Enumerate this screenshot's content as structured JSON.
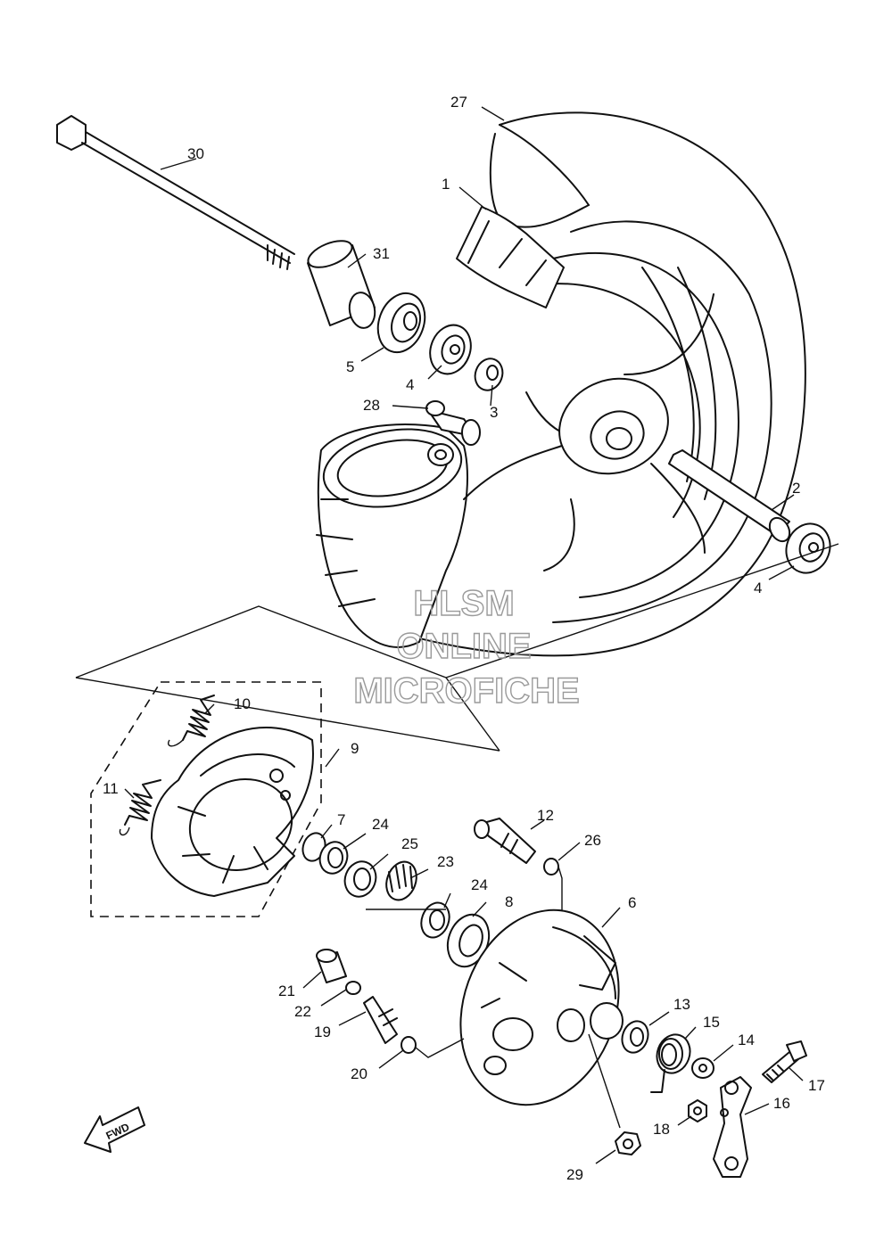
{
  "diagram": {
    "callouts": [
      "1",
      "2",
      "3",
      "4",
      "4",
      "5",
      "6",
      "7",
      "8",
      "9",
      "10",
      "11",
      "12",
      "13",
      "14",
      "15",
      "16",
      "17",
      "18",
      "19",
      "20",
      "21",
      "22",
      "23",
      "24",
      "24",
      "25",
      "26",
      "27",
      "28",
      "29",
      "30",
      "31"
    ],
    "direction_marker": "FWD"
  },
  "watermark": {
    "line1": "HLSM",
    "line2": "ONLINE",
    "line3": "MICROFICHE"
  }
}
